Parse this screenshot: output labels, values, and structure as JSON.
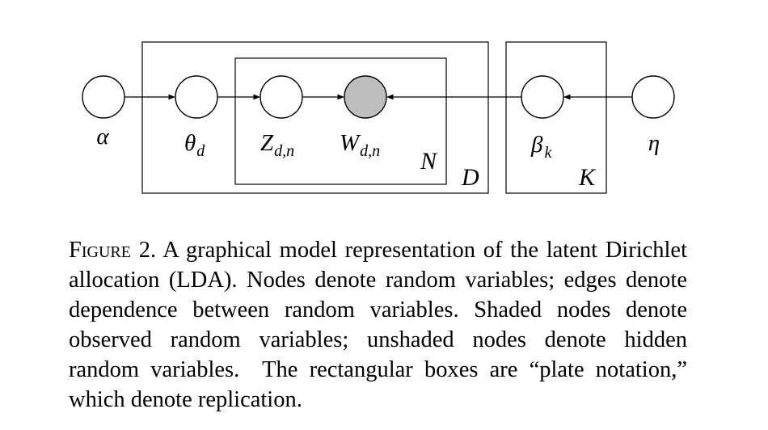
{
  "nodes": [
    {
      "id": "alpha",
      "label": "α",
      "sub": "",
      "observed": false
    },
    {
      "id": "theta",
      "label": "θ",
      "sub": "d",
      "observed": false
    },
    {
      "id": "z",
      "label": "Z",
      "sub": "d,n",
      "observed": false
    },
    {
      "id": "w",
      "label": "W",
      "sub": "d,n",
      "observed": true
    },
    {
      "id": "beta",
      "label": "β",
      "sub": "k",
      "observed": false
    },
    {
      "id": "eta",
      "label": "η",
      "sub": "",
      "observed": false
    }
  ],
  "edges": [
    {
      "from": "alpha",
      "to": "theta"
    },
    {
      "from": "theta",
      "to": "z"
    },
    {
      "from": "z",
      "to": "w"
    },
    {
      "from": "beta",
      "to": "w"
    },
    {
      "from": "eta",
      "to": "beta"
    }
  ],
  "plates": [
    {
      "id": "N",
      "label": "N",
      "contains": [
        "z",
        "w"
      ]
    },
    {
      "id": "D",
      "label": "D",
      "contains": [
        "theta",
        "z",
        "w"
      ]
    },
    {
      "id": "K",
      "label": "K",
      "contains": [
        "beta"
      ]
    }
  ],
  "colors": {
    "observed_fill": "#bdbdbd",
    "hidden_fill": "#ffffff",
    "stroke": "#000000"
  },
  "caption": {
    "figure_label": "Figure",
    "figure_number": "2.",
    "text": "A graphical model representation of the latent Dirichlet allocation (LDA). Nodes denote random variables; edges denote dependence between random variables. Shaded nodes denote observed random variables; unshaded nodes denote hidden random variables.  The rectangular boxes are “plate notation,” which denote replication."
  }
}
